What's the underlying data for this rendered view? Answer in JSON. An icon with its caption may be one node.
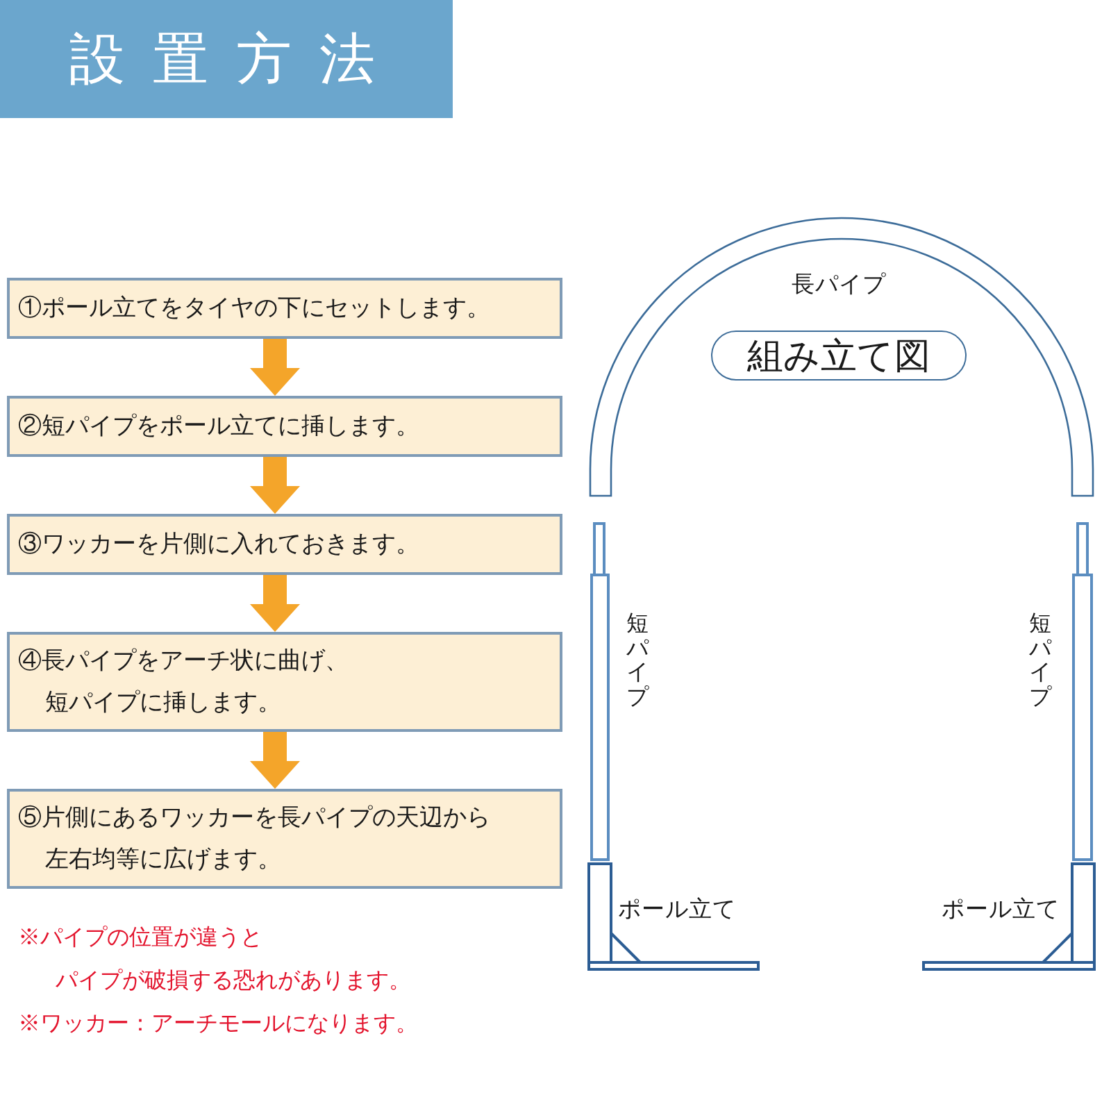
{
  "diagram": {
    "title": "設置方法",
    "nodes": [
      {
        "text": [
          "①ポール立てをタイヤの下にセットします。"
        ]
      },
      {
        "text": [
          "②短パイプをポール立てに挿します。"
        ]
      },
      {
        "text": [
          "③ワッカーを片側に入れておきます。"
        ]
      },
      {
        "text": [
          "④長パイプをアーチ状に曲げ、短パイプに挿します。"
        ]
      },
      {
        "text": [
          "⑤片側にあるワッカーを長パイプの天辺から左右均等に広げます。"
        ]
      },
      {
        "text": [
          "組み立て図"
        ]
      }
    ],
    "edges": [
      {
        "from": 0,
        "to": 1,
        "arrow": "to"
      },
      {
        "from": 1,
        "to": 2,
        "arrow": "to"
      },
      {
        "from": 2,
        "to": 3,
        "arrow": "to"
      },
      {
        "from": 3,
        "to": 4,
        "arrow": "to"
      }
    ],
    "labels": [
      "長パイプ",
      "短パイプ",
      "短パイプ",
      "ポール立て",
      "ポール立て",
      "※パイプの位置が違うとパイプが破損する恐れがあります。",
      "※ワッカー：アーチモールになります。"
    ]
  }
}
